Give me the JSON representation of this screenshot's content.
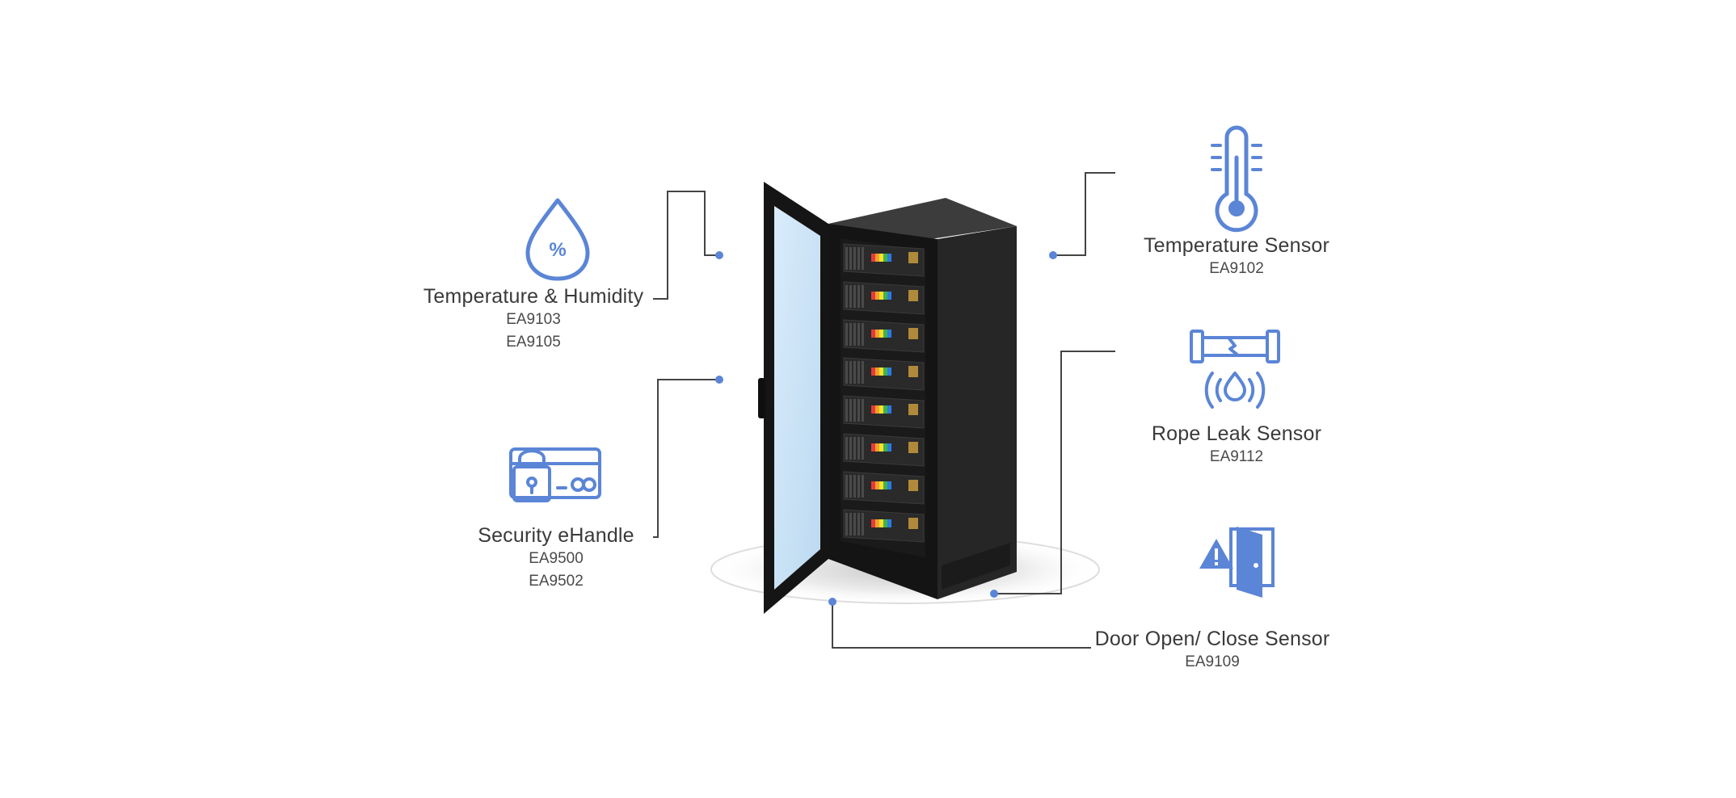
{
  "colors": {
    "accent": "#5b85d6",
    "connector": "#444444",
    "rack": "#1e1e1e",
    "glass": "#cfe4f7"
  },
  "sensors": [
    {
      "id": "temp-humidity",
      "icon": "humidity-drop-icon",
      "name": "Temperature & Humidity",
      "models": [
        "EA9103",
        "EA9105"
      ]
    },
    {
      "id": "security-ehandle",
      "icon": "ehandle-lock-icon",
      "name": "Security eHandle",
      "models": [
        "EA9500",
        "EA9502"
      ]
    },
    {
      "id": "temperature",
      "icon": "thermometer-icon",
      "name": "Temperature Sensor",
      "models": [
        "EA9102"
      ]
    },
    {
      "id": "rope-leak",
      "icon": "pipe-leak-icon",
      "name": "Rope Leak Sensor",
      "models": [
        "EA9112"
      ]
    },
    {
      "id": "door",
      "icon": "door-warning-icon",
      "name": "Door Open/ Close Sensor",
      "models": [
        "EA9109"
      ]
    }
  ]
}
